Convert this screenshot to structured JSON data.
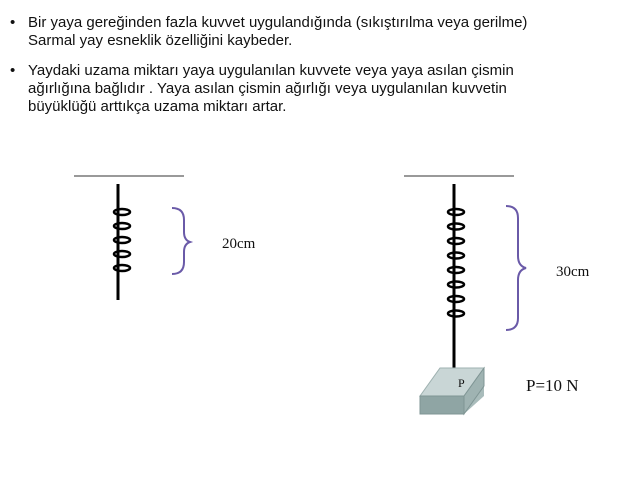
{
  "bullets": [
    {
      "lines": [
        "Bir yaya gereğinden fazla  kuvvet uygulandığında (sıkıştırılma veya gerilme)",
        "Sarmal yay esneklik özelliğini kaybeder."
      ]
    },
    {
      "lines": [
        "Yaydaki uzama miktarı yaya uygulanılan kuvvete veya yaya asılan çismin",
        "ağırlığına bağlıdır .  Yaya asılan çismin ağırlığı veya uygulanılan kuvvetin",
        "büyüklüğü arttıkça  uzama miktarı artar."
      ]
    }
  ],
  "diagram": {
    "left_spring": {
      "length_label": "20cm"
    },
    "right_spring": {
      "length_label": "30cm"
    },
    "weight": {
      "box_label": "P",
      "force_label": "P=10 N"
    }
  },
  "colors": {
    "text": "#111111",
    "brace": "#6a5aa8",
    "box_top": "#c9d6d6",
    "box_front": "#8fa5a4",
    "box_side": "#a9bcbb"
  }
}
